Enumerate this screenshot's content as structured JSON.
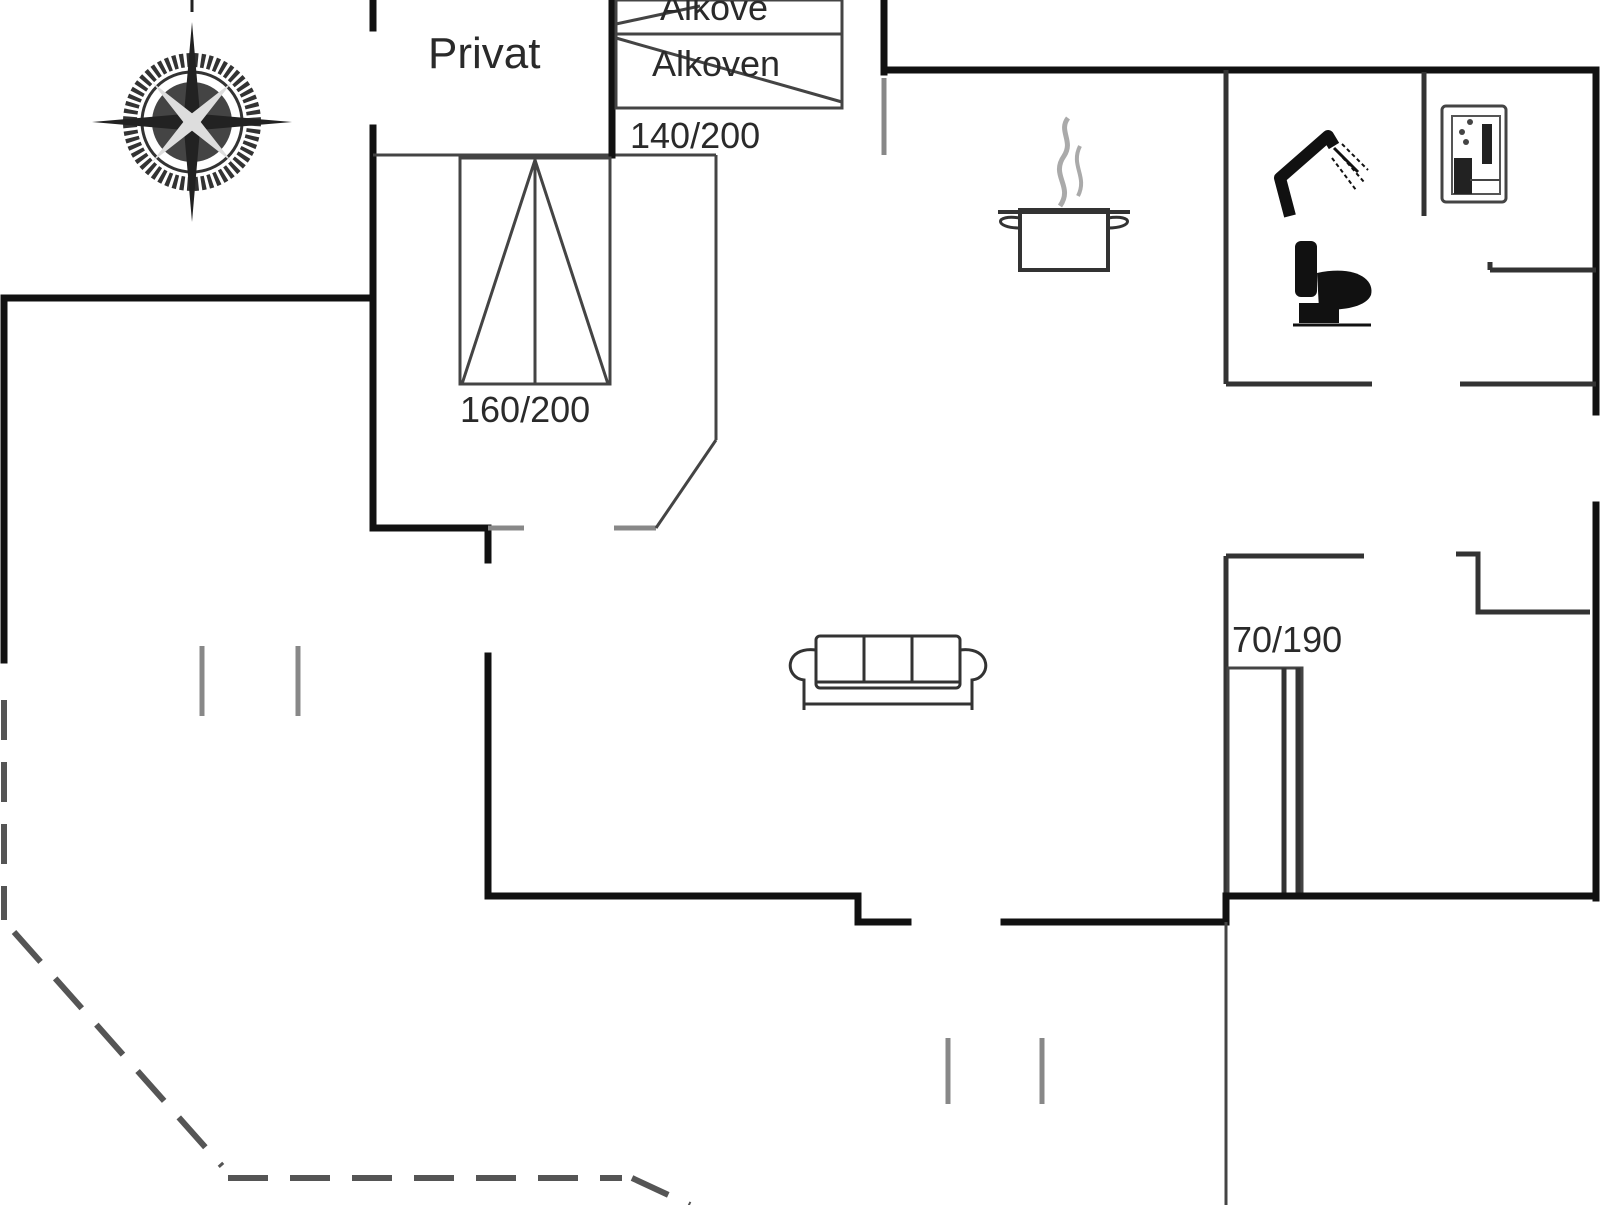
{
  "plan": {
    "labels": {
      "room_privat": "Privat",
      "alcove_top": "Alkove",
      "alcove_bottom": "Alkoven",
      "bed_140": "140/200",
      "bed_160": "160/200",
      "bed_70": "70/190"
    },
    "icons": [
      "compass-rose-icon",
      "cooking-pot-icon",
      "shower-icon",
      "toilet-icon",
      "washing-machine-icon",
      "sofa-icon"
    ],
    "colors": {
      "wall": "#111111",
      "background": "#ffffff",
      "steam": "#aaaaaa"
    }
  }
}
